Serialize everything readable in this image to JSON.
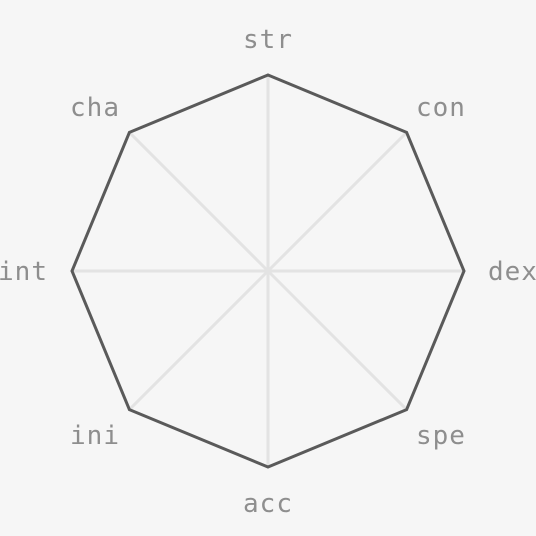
{
  "stats_chart": {
    "axes": [
      "str",
      "con",
      "dex",
      "spe",
      "acc",
      "ini",
      "int",
      "cha"
    ],
    "values": [
      1,
      1,
      1,
      1,
      1,
      1,
      1,
      1
    ],
    "max": 1
  },
  "colors": {
    "background": "#f6f6f6",
    "outline": "#5a5a5a",
    "spokes": "#e3e3e3",
    "labels": "#8e8e8e"
  }
}
